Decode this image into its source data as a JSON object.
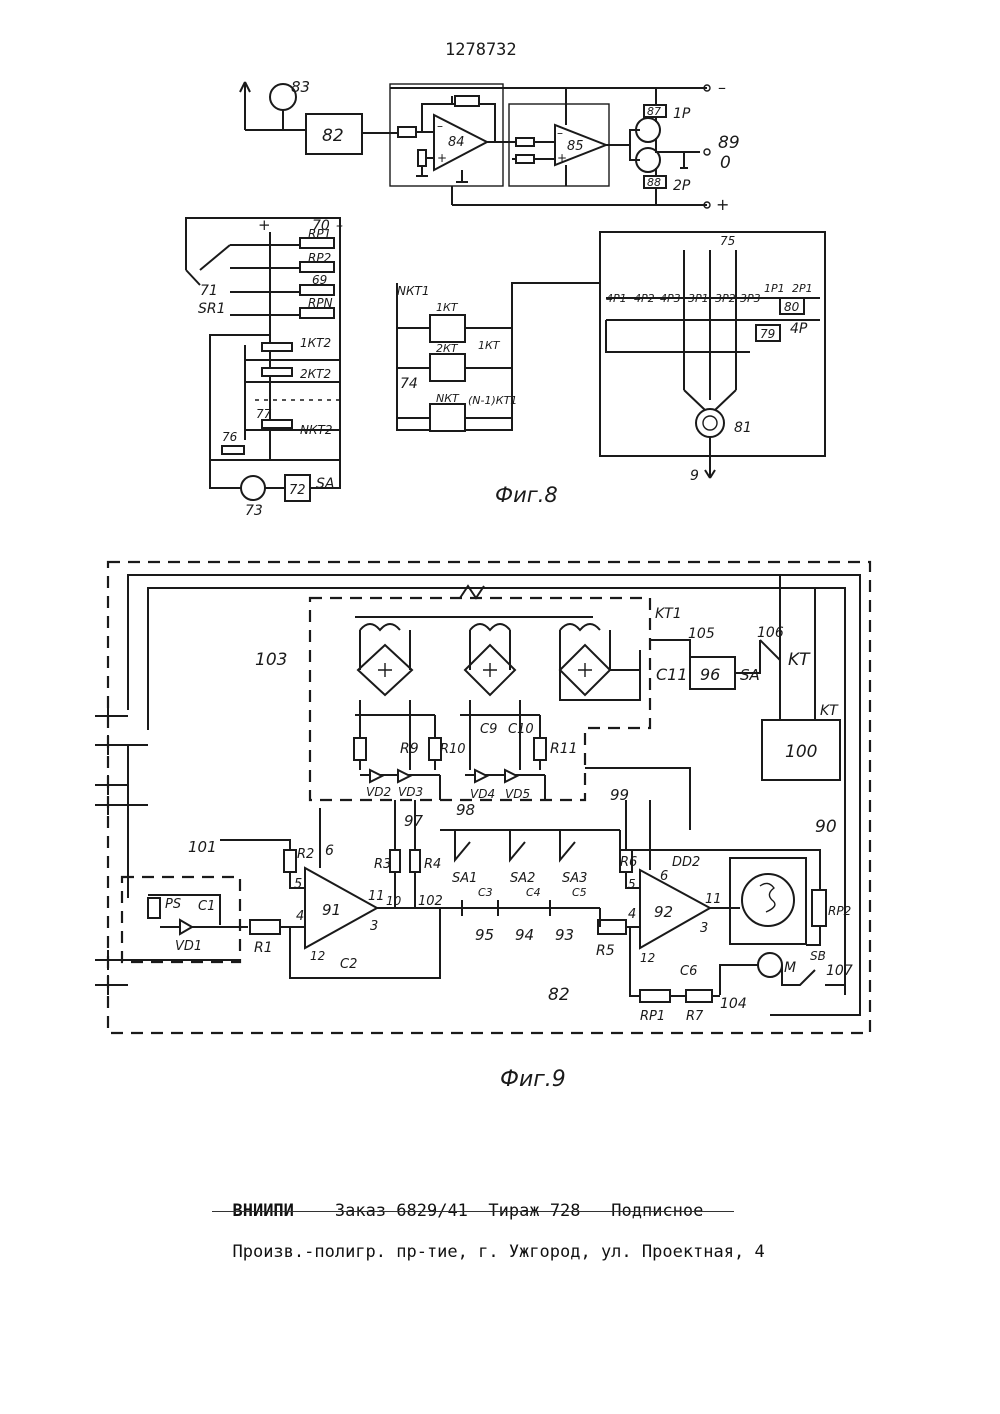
{
  "header": {
    "patent_number": "1278732"
  },
  "fig8": {
    "caption": "Фиг.8",
    "labels": {
      "b82": "82",
      "s83": "83",
      "a84": "84",
      "a85": "85",
      "r87": "87",
      "r88": "88",
      "p1": "1P",
      "p2": "2P",
      "t89": "89",
      "t0": "0",
      "minus": "–",
      "plus": "+",
      "s70": "70",
      "s71": "71",
      "sr1": "SR1",
      "rp1": "RP1",
      "rp2": "RP2",
      "r69": "69",
      "rpn": "RPN",
      "kt1c": "1КТ2",
      "kt2c": "2КТ2",
      "ktnc": "NКТ2",
      "n76": "76",
      "n77": "77",
      "n73": "73",
      "b72": "72",
      "sa": "SA",
      "nkt1": "NКТ1",
      "kt1": "1КТ",
      "kt2": "2КТ",
      "ktn": "NКТ",
      "kt1s": "1КТ",
      "ktn1": "(N-1)КТ1",
      "n74": "74",
      "n75": "75",
      "r4p1": "4P1",
      "r4p2": "4P2",
      "r4p3": "4P3",
      "r3p1": "3P1",
      "r3p2": "3P2",
      "r3p3": "3P3",
      "r1p1": "1P1",
      "r2p1": "2P1",
      "b80": "80",
      "b79": "79",
      "p4": "4P",
      "m81": "81",
      "n9": "9"
    }
  },
  "fig9": {
    "caption": "Фиг.9",
    "labels": {
      "n103": "103",
      "kt1": "KT1",
      "n105": "105",
      "n106": "106",
      "kt": "KT",
      "c11": "C11",
      "b96": "96",
      "sa": "SA",
      "b100": "100",
      "kt2": "KT",
      "r9": "R9",
      "r10": "R10",
      "c9": "C9",
      "c10": "C10",
      "r11": "R11",
      "vd2": "VD2",
      "vd3": "VD3",
      "vd4": "VD4",
      "vd5": "VD5",
      "n98": "98",
      "n99": "99",
      "n97": "97",
      "n90": "90",
      "n101": "101",
      "ps": "PS",
      "c1": "C1",
      "vd1": "VD1",
      "r1": "R1",
      "r2": "R2",
      "a91": "91",
      "p6": "6",
      "p5": "5",
      "p4": "4",
      "p11": "11",
      "p3": "3",
      "p12": "12",
      "c2": "C2",
      "r3": "R3",
      "r4": "R4",
      "p10": "10",
      "n102": "102",
      "sa1": "SA1",
      "sa2": "SA2",
      "sa3": "SA3",
      "c3": "C3",
      "c4": "C4",
      "c5": "C5",
      "n95": "95",
      "n94": "94",
      "n93": "93",
      "r5": "R5",
      "r6": "R6",
      "dd2": "DD2",
      "a92": "92",
      "q6": "6",
      "q5": "5",
      "q4": "4",
      "q11": "11",
      "q3": "3",
      "q12": "12",
      "c6": "C6",
      "rp2": "RP2",
      "sb": "SB",
      "n107": "107",
      "m": "M",
      "n104": "104",
      "rp1": "RP1",
      "r7": "R7",
      "n82": "82"
    }
  },
  "imprint": {
    "publisher": "ВНИИПИ",
    "order": "Заказ 6829/41",
    "run": "Тираж 728",
    "subscription": "Подписное",
    "printer": "Произв.-полигр. пр-тие, г. Ужгород, ул. Проектная, 4"
  }
}
